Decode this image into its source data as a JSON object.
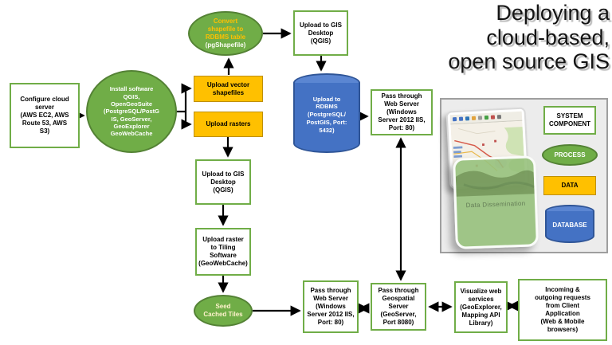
{
  "title": "Deploying a\ncloud-based,\nopen source GIS",
  "flow": {
    "configure_server": "Configure cloud\nserver\n(AWS EC2, AWS\nRoute 53, AWS\nS3)",
    "install_software": "Install software\nQGIS,\nOpenGeoSuite\n(PostgreSQL/PostG\nIS, GeoServer,\nGeoExplorer\nGeoWebCache",
    "convert_shapefile": "Convert\nshapefile to\nRDBMS table",
    "convert_shapefile_tool": "(pgShapefile)",
    "upload_vector": "Upload vector\nshapefiles",
    "upload_rasters": "Upload rasters",
    "gis_desktop_top": "Upload to GIS\nDesktop\n(QGIS)",
    "rdbms": "Upload to\nRDBMS\n(PostgreSQL/\nPostGIS, Port:\n5432)",
    "pass_web_top": "Pass through\nWeb Server\n(Windows\nServer 2012 IIS,\nPort: 80)",
    "gis_desktop_mid": "Upload to GIS\nDesktop\n(QGIS)",
    "tiling_software": "Upload raster\nto Tiling\nSoftware\n(GeoWebCache)",
    "seed_tiles": "Seed\nCached Tiles",
    "pass_web_bottom": "Pass through\nWeb Server\n(Windows\nServer 2012 IIS,\nPort: 80)",
    "geospatial_server": "Pass through\nGeospatial\nServer\n(GeoServer,\nPort 8080)",
    "visualize_web": "Visualize web\nservices\n(GeoExplorer,\nMapping API\nLibrary)",
    "client_requests": "Incoming &\noutgoing requests\nfrom Client\nApplication\n(Web & Mobile\nbrowsers)"
  },
  "legend": {
    "system_component": "SYSTEM\nCOMPONENT",
    "process": "PROCESS",
    "data": "DATA",
    "database": "DATABASE",
    "map_caption": "Data Dissemination"
  },
  "colors": {
    "process_green": "#70AD47",
    "green_border": "#548235",
    "data_orange": "#FFC000",
    "orange_border": "#BF8F00",
    "database_blue": "#4472C4",
    "blue_border": "#2F5597",
    "box_border": "#70AD47",
    "panel_bg": "#ECECEC",
    "panel_border": "#9E9E9E",
    "convert_text": "#FFC000",
    "seed_text": "#FFF2CC"
  }
}
